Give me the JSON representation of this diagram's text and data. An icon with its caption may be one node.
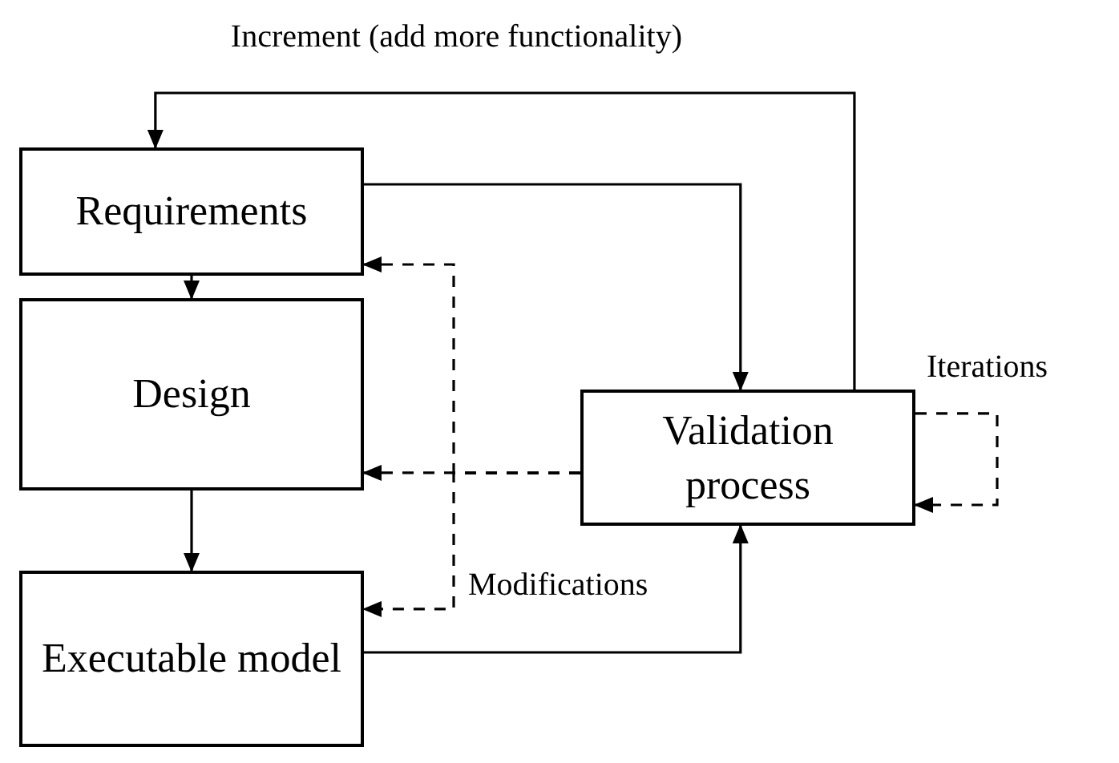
{
  "diagram": {
    "nodes": [
      {
        "text": [
          "Requirements"
        ]
      },
      {
        "text": [
          "Design"
        ]
      },
      {
        "text": [
          "Executable model"
        ]
      },
      {
        "text": [
          "Validation process"
        ]
      }
    ],
    "edges": [
      {
        "from": 3,
        "to": 0,
        "arrow": "to",
        "label": "Increment (add more functionality)"
      },
      {
        "from": 0,
        "to": 3,
        "arrow": "to"
      },
      {
        "from": 0,
        "to": 1,
        "arrow": "to"
      },
      {
        "from": 1,
        "to": 2,
        "arrow": "to"
      },
      {
        "from": 2,
        "to": 3,
        "arrow": "to"
      },
      {
        "from": 3,
        "to": 1,
        "arrow": "to",
        "style": "dashed"
      },
      {
        "from": 3,
        "to": 0,
        "arrow": "to",
        "style": "dashed"
      },
      {
        "from": 3,
        "to": 2,
        "arrow": "to",
        "style": "dashed",
        "label": "Modifications"
      },
      {
        "from": 3,
        "to": 3,
        "arrow": "to",
        "style": "dashed",
        "label": "Iterations"
      }
    ]
  }
}
